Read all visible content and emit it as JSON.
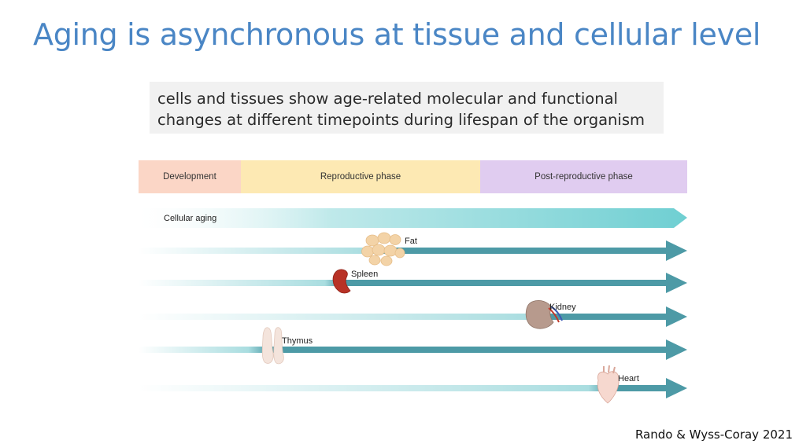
{
  "title": "Aging is asynchronous at tissue and cellular level",
  "subtitle": {
    "line1": "cells and tissues show age-related molecular and functional",
    "line2": "changes at different timepoints during lifespan of the organism"
  },
  "phases": {
    "development": "Development",
    "reproductive": "Reproductive phase",
    "post_reproductive": "Post-reproductive phase"
  },
  "cellular_aging_label": "Cellular aging",
  "tissues": {
    "fat": "Fat",
    "spleen": "Spleen",
    "kidney": "Kidney",
    "thymus": "Thymus",
    "heart": "Heart"
  },
  "colors": {
    "title": "#4a86c5",
    "arrow_teal": "#4d9aa6",
    "cellular_aging": "#7fd4d6",
    "development": "#fbd6c6",
    "reproductive": "#fde9b3",
    "post_reproductive": "#e0ccf0"
  },
  "citation": "Rando & Wyss-Coray 2021"
}
